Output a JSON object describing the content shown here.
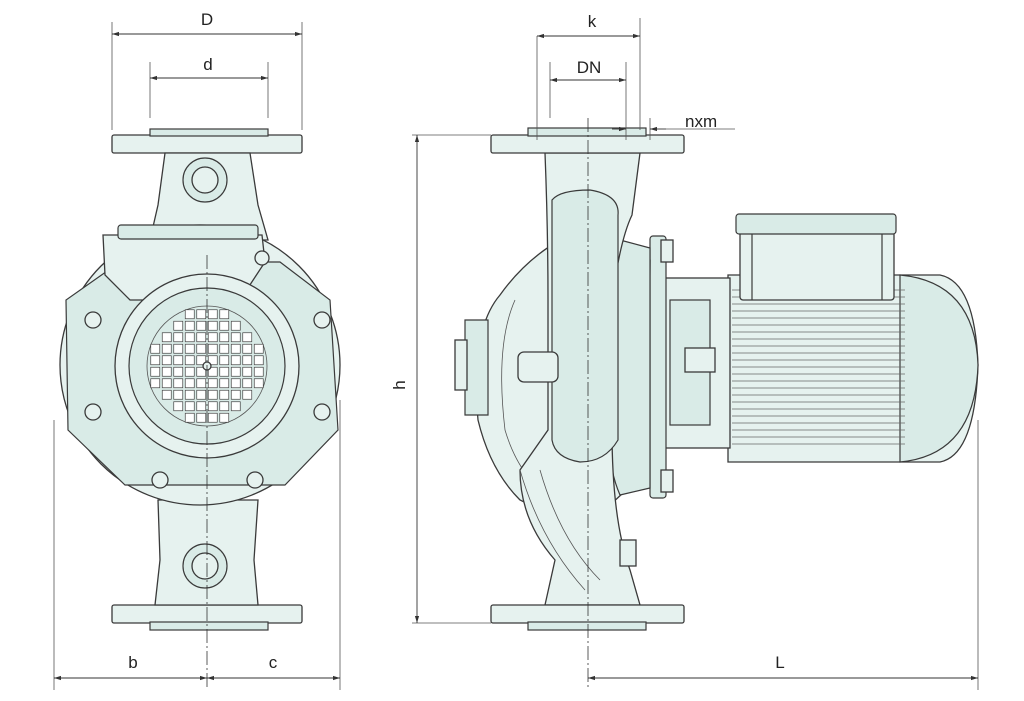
{
  "dimension_labels": {
    "D": "D",
    "d": "d",
    "b": "b",
    "c": "c",
    "k": "k",
    "DN": "DN",
    "nxm": "nxm",
    "h": "h",
    "L": "L"
  },
  "colors": {
    "body_fill": "#e6f2ef",
    "line": "#3a3a3a",
    "background": "#ffffff"
  }
}
